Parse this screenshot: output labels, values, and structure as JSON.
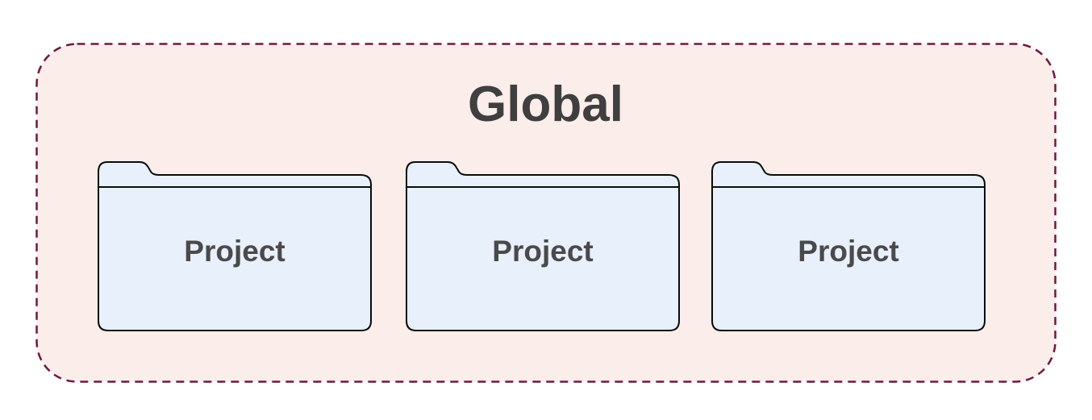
{
  "colors": {
    "global_fill": "#FBEDEA",
    "global_border": "#6E1843",
    "folder_fill": "#E8F0FC",
    "folder_border": "#0A0A0A",
    "title_text": "#3F3F3F",
    "folder_text": "#4A4A4A",
    "canvas_bg": "#FFFFFF"
  },
  "diagram": {
    "global": {
      "label": "Global"
    },
    "projects": [
      {
        "label": "Project"
      },
      {
        "label": "Project"
      },
      {
        "label": "Project"
      }
    ]
  }
}
